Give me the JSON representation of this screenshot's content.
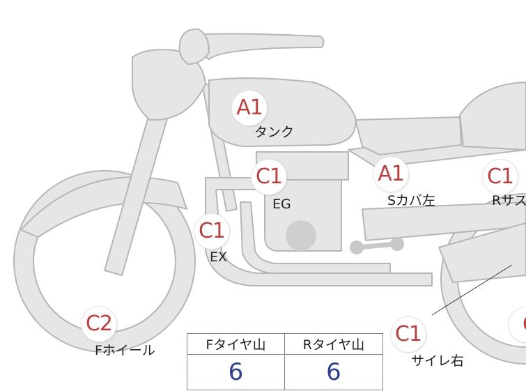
{
  "colors": {
    "body_fill": "#e6e6e6",
    "body_stroke": "#b6b6b6",
    "badge_text": "#b8413f",
    "value_text": "#2d3f8f",
    "table_border": "#7a8594"
  },
  "markers": [
    {
      "id": "tank",
      "code": "A1",
      "label": "タンク"
    },
    {
      "id": "engine",
      "code": "C1",
      "label": "EG"
    },
    {
      "id": "side-cover-left",
      "code": "A1",
      "label": "Sカバ左"
    },
    {
      "id": "rear-sus",
      "code": "C1",
      "label": "Rサス"
    },
    {
      "id": "exhaust",
      "code": "C1",
      "label": "EX"
    },
    {
      "id": "front-wheel",
      "code": "C2",
      "label": "Fホイール"
    },
    {
      "id": "silencer-right",
      "code": "C1",
      "label": "サイレ右"
    },
    {
      "id": "edge-cut",
      "code": "C"
    }
  ],
  "tire_table": {
    "headers": [
      "Fタイヤ山",
      "Rタイヤ山"
    ],
    "values": [
      "6",
      "6"
    ]
  }
}
